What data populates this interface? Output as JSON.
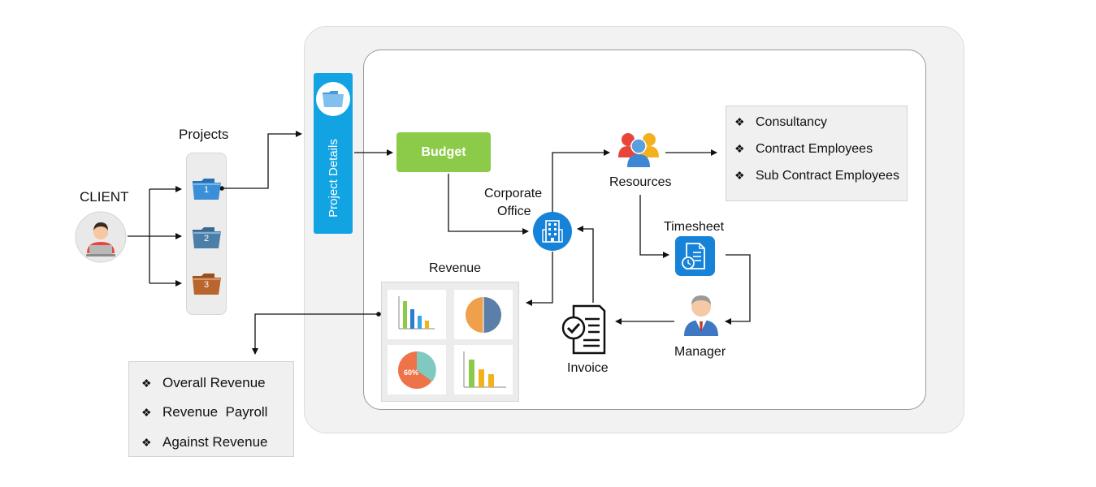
{
  "client": {
    "label": "CLIENT",
    "icon": "user-laptop-icon"
  },
  "projects": {
    "label": "Projects",
    "folders": [
      {
        "number": "1",
        "color": "#3b8fd6"
      },
      {
        "number": "2",
        "color": "#4c7fa8"
      },
      {
        "number": "3",
        "color": "#b9652d"
      }
    ]
  },
  "project_details": {
    "label": "Project Details",
    "icon": "folder-icon"
  },
  "budget": {
    "label": "Budget",
    "color": "#8ccb49"
  },
  "corporate_office": {
    "line1": "Corporate",
    "line2": "Office",
    "icon": "building-icon"
  },
  "resources": {
    "label": "Resources",
    "icon": "group-people-icon",
    "items": [
      "Consultancy",
      "Contract Employees",
      "Sub Contract Employees"
    ]
  },
  "timesheet": {
    "label": "Timesheet",
    "icon": "timesheet-clock-icon"
  },
  "manager": {
    "label": "Manager",
    "icon": "manager-icon"
  },
  "invoice": {
    "label": "Invoice",
    "icon": "invoice-check-icon"
  },
  "revenue": {
    "label": "Revenue",
    "pie_label": "60%",
    "items": [
      "Overall Revenue",
      "Revenue  Payroll",
      "Against Revenue"
    ]
  },
  "colors": {
    "accent_blue": "#12a3e3",
    "icon_blue": "#1683d8",
    "green": "#8ccb49"
  }
}
